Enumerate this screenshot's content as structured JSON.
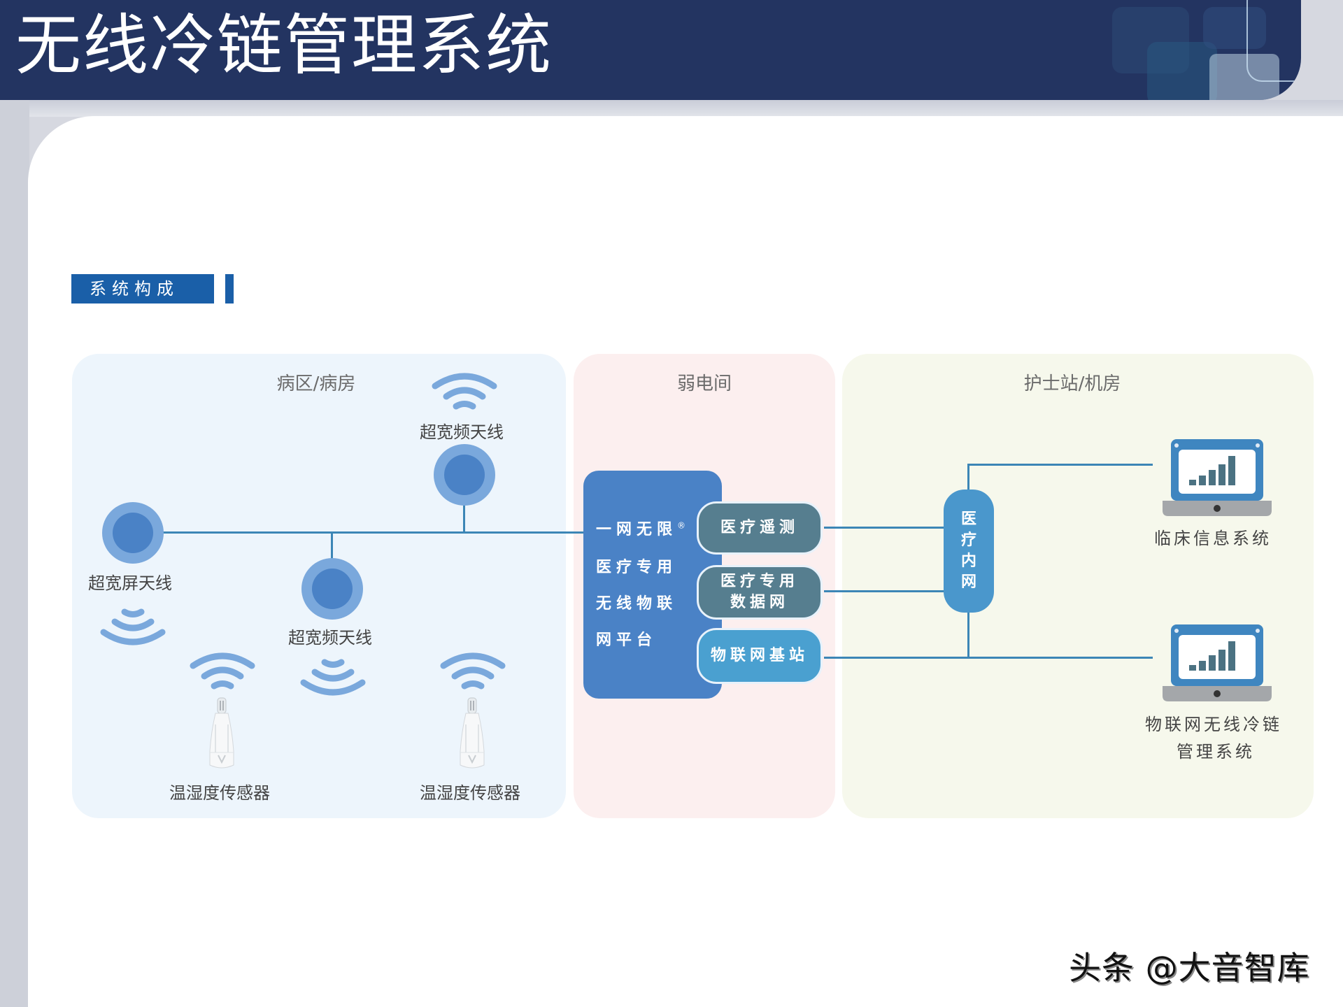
{
  "header": {
    "title": "无线冷链管理系统"
  },
  "section": {
    "tag": "系统构成"
  },
  "zones": {
    "ward": {
      "title": "病区/病房",
      "nodes": [
        {
          "label": "超宽屏天线"
        },
        {
          "label": "超宽频天线"
        },
        {
          "label": "超宽频天线"
        }
      ],
      "sensors": [
        {
          "label": "温湿度传感器"
        },
        {
          "label": "温湿度传感器"
        }
      ]
    },
    "weak_room": {
      "title": "弱电间",
      "platform": {
        "lines": [
          "一网无限",
          "医疗专用",
          "无线物联",
          "网平台"
        ],
        "registered_mark": "®"
      },
      "modules": [
        {
          "label": "医疗遥测",
          "color": "#567e8f"
        },
        {
          "label_line1": "医疗专用",
          "label_line2": "数据网",
          "color": "#567e8f"
        },
        {
          "label": "物联网基站",
          "color": "#4aa0d0"
        }
      ]
    },
    "nurse_station": {
      "title": "护士站/机房",
      "intranet": [
        "医",
        "疗",
        "内",
        "网"
      ],
      "systems": [
        {
          "label": "临床信息系统"
        },
        {
          "label_line1": "物联网无线冷链",
          "label_line2": "管理系统"
        }
      ]
    }
  },
  "colors": {
    "header_bg": "#233461",
    "section_tag": "#1a5fa8",
    "wire": "#3c86b6",
    "node_outer": "#7aa8dc",
    "node_inner": "#4a82c6",
    "platform": "#4a82c6"
  },
  "watermark": "头条 @大音智库"
}
